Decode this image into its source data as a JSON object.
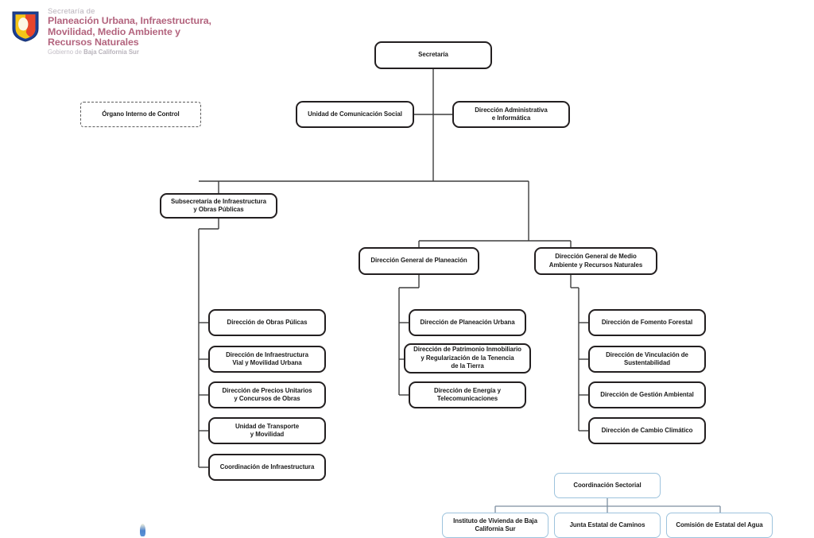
{
  "header": {
    "pre_title": "Secretaría de",
    "title_lines": [
      "Planeación Urbana, Infraestructura,",
      "Movilidad, Medio Ambiente y",
      "Recursos Naturales"
    ],
    "gov_prefix": "Gobierno de",
    "gov_name": "Baja California Sur",
    "logo_name": "baja-california-sur-coat-of-arms",
    "colors": {
      "pre_title": "#b9b2bb",
      "title": "#b3647e",
      "gov": "#c3bec6",
      "box_border": "#231f20",
      "box_border_blue": "#9dc3dd",
      "dashed_border": "#5b5b5b",
      "line": "#3d3d3d"
    }
  },
  "chart_data": {
    "type": "diagram",
    "title": "Organigrama - Secretaría de Planeación Urbana, Infraestructura, Movilidad, Medio Ambiente y Recursos Naturales",
    "nodes": {
      "secretaria": {
        "label": "Secretaría",
        "style": "solid"
      },
      "organo_control": {
        "label": "Órgano Interno de Control",
        "style": "dashed"
      },
      "comunicacion": {
        "label": "Unidad de Comunicación Social",
        "style": "solid"
      },
      "administrativa": {
        "label": "Dirección Administrativa\ne Informática",
        "style": "solid"
      },
      "subsecretaria": {
        "label": "Subsecretaría de Infraestructura\ny Obras Públicas",
        "style": "solid"
      },
      "dg_planeacion": {
        "label": "Dirección General de Planeación",
        "style": "solid"
      },
      "dg_medio_ambiente": {
        "label": "Dirección General de Medio\nAmbiente y Recursos Naturales",
        "style": "solid"
      },
      "obras_publicas": {
        "label": "Dirección de Obras Púlicas",
        "style": "solid"
      },
      "infra_vial": {
        "label": "Dirección de Infraestructura\nVial y Movilidad Urbana",
        "style": "solid"
      },
      "precios_unitarios": {
        "label": "Dirección de Precios Unitarios\ny Concursos de Obras",
        "style": "solid"
      },
      "transporte": {
        "label": "Unidad de Transporte\ny Movilidad",
        "style": "solid"
      },
      "coord_infraestructura": {
        "label": "Coordinación de Infraestructura",
        "style": "solid"
      },
      "planeacion_urbana": {
        "label": "Dirección de Planeación Urbana",
        "style": "solid"
      },
      "patrimonio": {
        "label": "Dirección de Patrimonio Inmobiliario\ny Regularización de la Tenencia\nde la Tierra",
        "style": "solid"
      },
      "energia": {
        "label": "Dirección de Energía y\nTelecomunicaciones",
        "style": "solid"
      },
      "fomento_forestal": {
        "label": "Dirección de Fomento Forestal",
        "style": "solid"
      },
      "vinculacion": {
        "label": "Dirección de Vinculación de\nSustentabilidad",
        "style": "solid"
      },
      "gestion_ambiental": {
        "label": "Dirección de Gestión Ambiental",
        "style": "solid"
      },
      "cambio_climatico": {
        "label": "Dirección de Cambio Climático",
        "style": "solid"
      },
      "coord_sectorial": {
        "label": "Coordinación Sectorial",
        "style": "blue"
      },
      "instituto_vivienda": {
        "label": "Instituto de Vivienda de Baja\nCalifornia Sur",
        "style": "blue"
      },
      "junta_caminos": {
        "label": "Junta Estatal de Caminos",
        "style": "blue"
      },
      "comision_agua": {
        "label": "Comisión de Estatal del Agua",
        "style": "blue"
      }
    },
    "edges": [
      [
        "secretaria",
        "comunicacion"
      ],
      [
        "secretaria",
        "administrativa"
      ],
      [
        "secretaria",
        "subsecretaria"
      ],
      [
        "secretaria",
        "dg_planeacion"
      ],
      [
        "secretaria",
        "dg_medio_ambiente"
      ],
      [
        "subsecretaria",
        "obras_publicas"
      ],
      [
        "subsecretaria",
        "infra_vial"
      ],
      [
        "subsecretaria",
        "precios_unitarios"
      ],
      [
        "subsecretaria",
        "transporte"
      ],
      [
        "subsecretaria",
        "coord_infraestructura"
      ],
      [
        "dg_planeacion",
        "planeacion_urbana"
      ],
      [
        "dg_planeacion",
        "patrimonio"
      ],
      [
        "dg_planeacion",
        "energia"
      ],
      [
        "dg_medio_ambiente",
        "fomento_forestal"
      ],
      [
        "dg_medio_ambiente",
        "vinculacion"
      ],
      [
        "dg_medio_ambiente",
        "gestion_ambiental"
      ],
      [
        "dg_medio_ambiente",
        "cambio_climatico"
      ],
      [
        "coord_sectorial",
        "instituto_vivienda"
      ],
      [
        "coord_sectorial",
        "junta_caminos"
      ],
      [
        "coord_sectorial",
        "comision_agua"
      ]
    ]
  }
}
